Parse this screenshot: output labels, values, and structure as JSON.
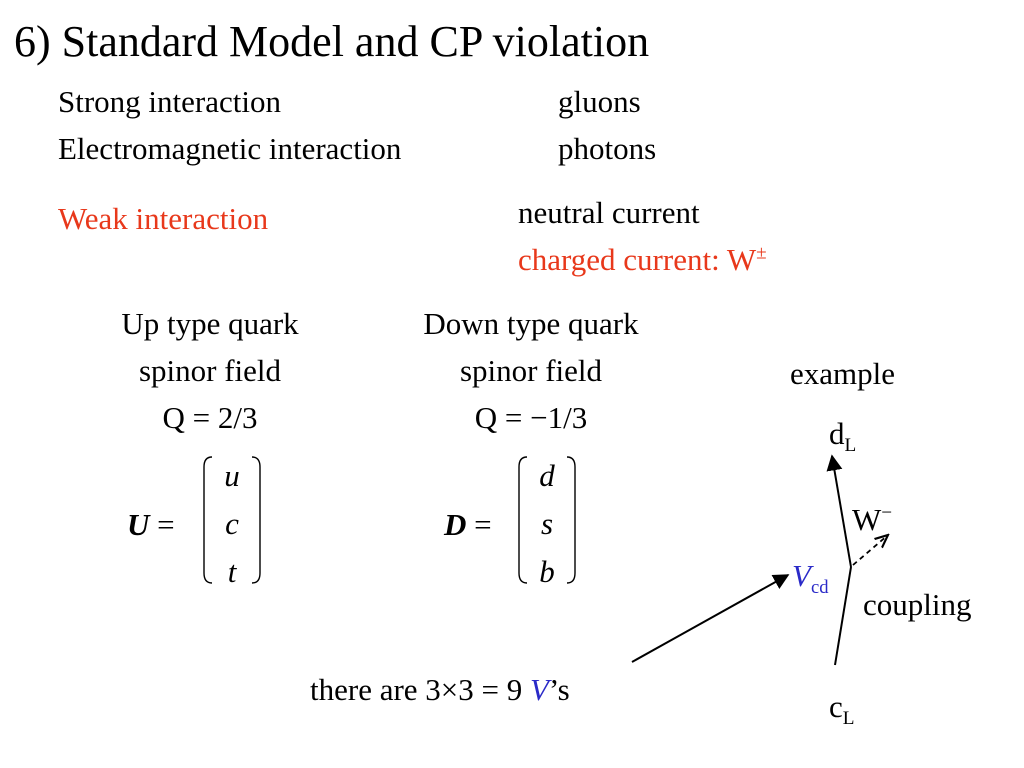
{
  "title": "6) Standard Model and CP violation",
  "interactions": {
    "strong": {
      "name": "Strong interaction",
      "carrier": "gluons"
    },
    "em": {
      "name": "Electromagnetic interaction",
      "carrier": "photons"
    },
    "weak": {
      "name": "Weak interaction",
      "neutral": "neutral current",
      "charged": "charged current: W",
      "charged_sup": "±"
    }
  },
  "colors": {
    "accent_red": "#e8381b",
    "accent_blue": "#2a2ac8"
  },
  "up": {
    "lines": [
      "Up type quark",
      "spinor field",
      "Q = 2/3"
    ],
    "symbol": "U",
    "eq": " =",
    "components": [
      "u",
      "c",
      "t"
    ]
  },
  "down": {
    "lines": [
      "Down type quark",
      "spinor field",
      "Q = −1/3"
    ],
    "symbol": "D",
    "eq": " =",
    "components": [
      "d",
      "s",
      "b"
    ]
  },
  "example": {
    "label": "example",
    "d_main": "d",
    "d_sub": "L",
    "w_main": "W",
    "w_sup": "−",
    "v_main": "V",
    "v_sub": "cd",
    "coupling": "coupling",
    "c_main": "c",
    "c_sub": "L"
  },
  "note": {
    "text": "there are 3×3 = 9 ",
    "v": "V",
    "suffix": "’s"
  }
}
